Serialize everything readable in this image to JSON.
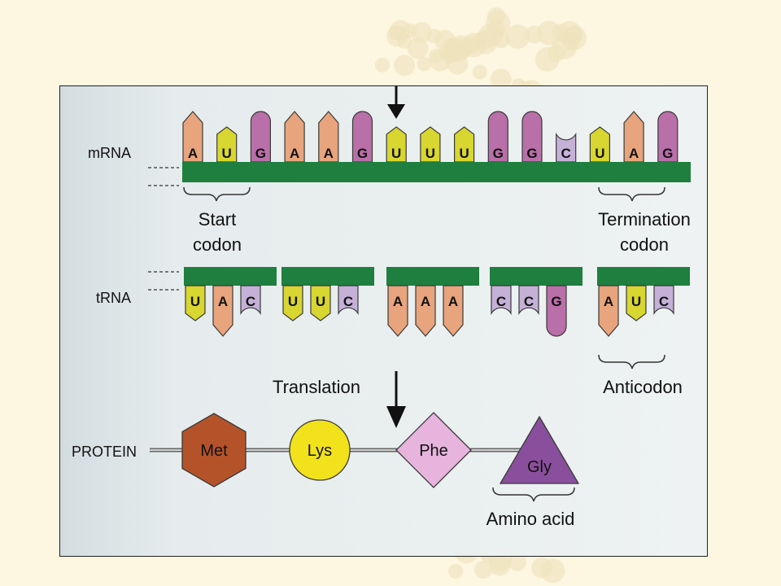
{
  "labels": {
    "mrna": "mRNA",
    "trna": "tRNA",
    "protein": "PROTEIN",
    "start_codon": [
      "Start",
      "codon"
    ],
    "termination_codon": [
      "Termination",
      "codon"
    ],
    "translation": "Translation",
    "anticodon": "Anticodon",
    "amino_acid": "Amino acid"
  },
  "mrna_bases": [
    "A",
    "U",
    "G",
    "A",
    "A",
    "G",
    "U",
    "U",
    "U",
    "G",
    "G",
    "C",
    "U",
    "A",
    "G"
  ],
  "trna_groups": [
    [
      "U",
      "A",
      "C"
    ],
    [
      "U",
      "U",
      "C"
    ],
    [
      "A",
      "A",
      "A"
    ],
    [
      "C",
      "C",
      "G"
    ],
    [
      "A",
      "U",
      "C"
    ]
  ],
  "amino_acids": [
    {
      "name": "Met",
      "shape": "hexagon",
      "color": "#b4532a"
    },
    {
      "name": "Lys",
      "shape": "circle",
      "color": "#f2e21b"
    },
    {
      "name": "Phe",
      "shape": "diamond",
      "color": "#e6b4dd"
    },
    {
      "name": "Gly",
      "shape": "triangle",
      "color": "#8a4f9c"
    }
  ],
  "colors": {
    "A": "#e8a47c",
    "U": "#d8d630",
    "G": "#b96fa8",
    "C": "#c5b1d8",
    "backbone": "#1e7f3e",
    "page_background": "#fdf6e0"
  }
}
